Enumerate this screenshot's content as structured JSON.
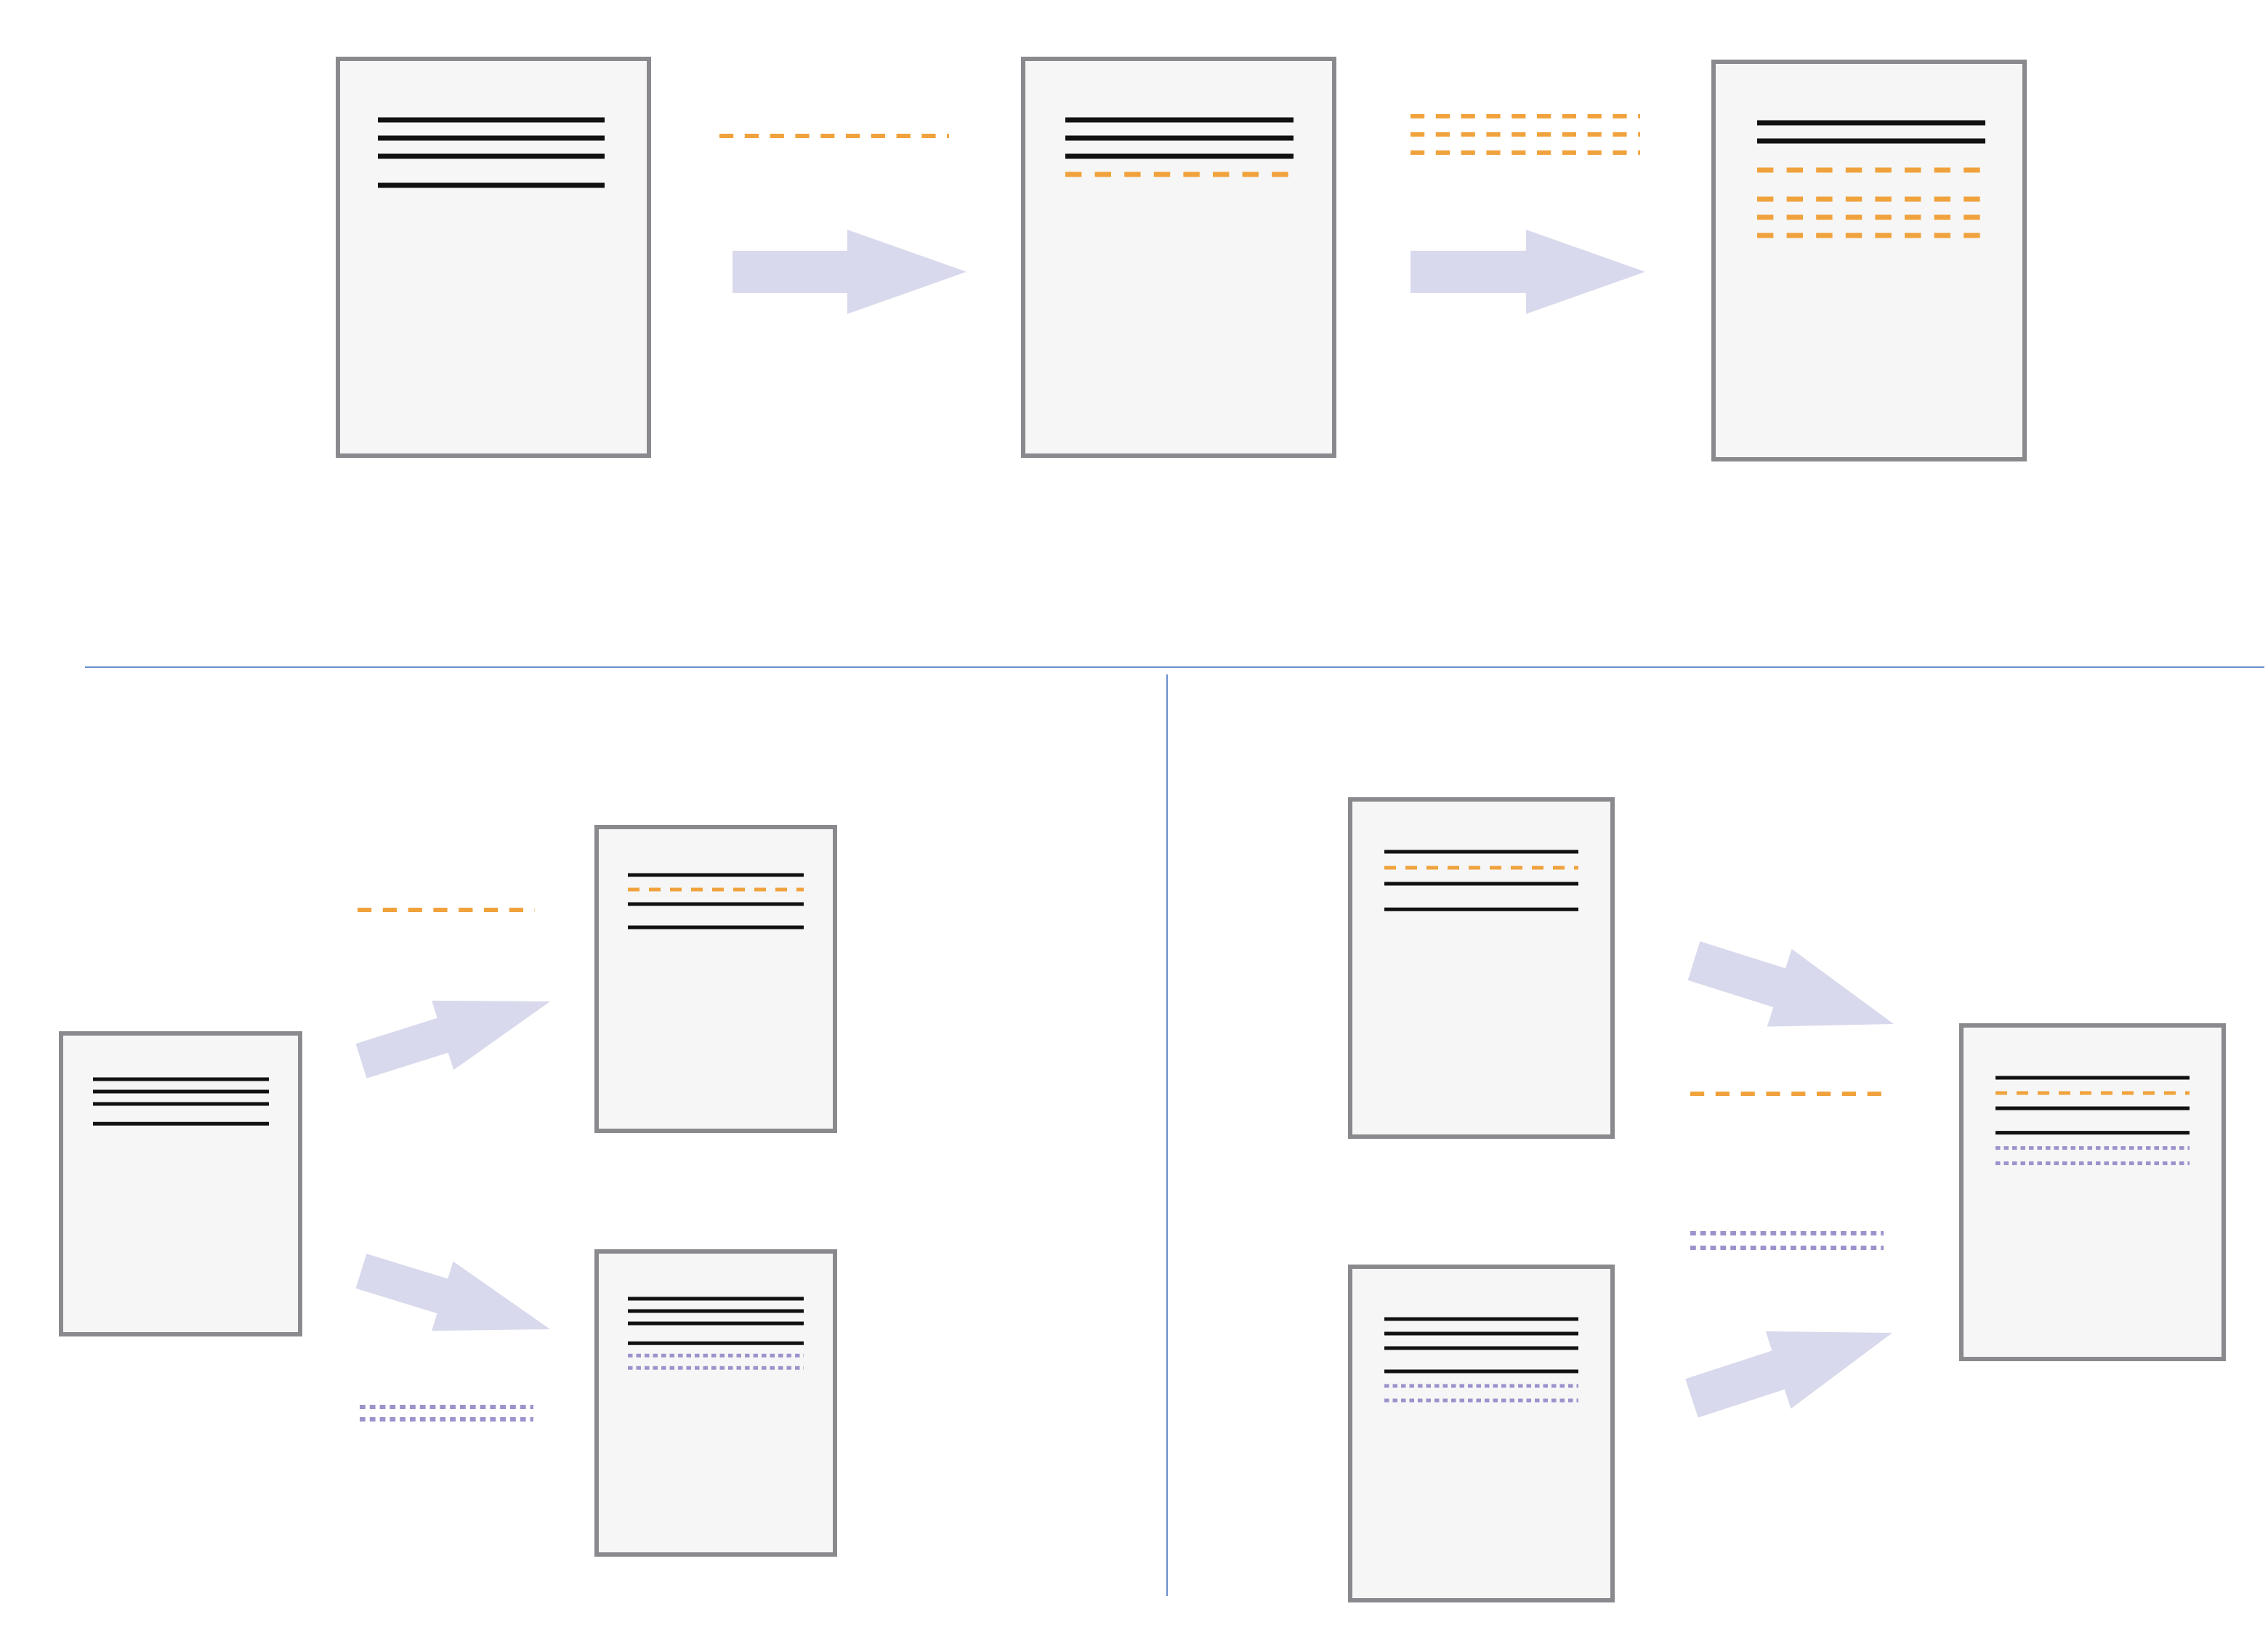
{
  "colors": {
    "background": "#ffffff",
    "doc_fill": "#f6f6f6",
    "doc_border": "#8a8a8e",
    "solid_line": "#111111",
    "orange_dashed": "#f0a23c",
    "purple_dotted": "#9b93cc",
    "arrow_fill": "#d8d9ec",
    "divider": "#6a8fd0"
  },
  "line_styles": {
    "solid": "text",
    "orange": "orange-dashed-change",
    "purple": "purple-dotted-change"
  },
  "documents": {
    "top_original": [
      "solid",
      "solid",
      "solid",
      "gap",
      "solid"
    ],
    "top_edited_once": [
      "solid",
      "solid",
      "solid",
      "orange"
    ],
    "top_edited_twice": [
      "solid",
      "solid",
      "gap",
      "orange",
      "gap",
      "orange",
      "orange",
      "orange"
    ],
    "branch_source": [
      "solid",
      "solid",
      "solid",
      "gap",
      "solid"
    ],
    "branch_orange_result": [
      "solid",
      "orange",
      "solid",
      "gap",
      "solid"
    ],
    "branch_purple_result": [
      "solid",
      "solid",
      "solid",
      "gap",
      "solid",
      "purple",
      "purple"
    ],
    "merge_input_orange": [
      "solid",
      "orange",
      "solid",
      "gap",
      "solid"
    ],
    "merge_input_purple": [
      "solid",
      "solid",
      "solid",
      "gap",
      "solid",
      "purple",
      "purple"
    ],
    "merge_result": [
      "solid",
      "orange",
      "solid",
      "gap",
      "solid",
      "purple",
      "purple"
    ]
  },
  "change_labels": {
    "top_first": [
      "orange"
    ],
    "top_second": [
      "orange",
      "orange",
      "orange"
    ],
    "branch_orange": [
      "orange"
    ],
    "branch_purple": [
      "purple",
      "purple"
    ],
    "merge_orange": [
      "orange"
    ],
    "merge_purple": [
      "purple",
      "purple"
    ]
  },
  "arrows": {
    "top_first": "right",
    "top_second": "right",
    "branch_up": "up-right",
    "branch_down": "down-right",
    "merge_down": "down-right",
    "merge_up": "up-right"
  }
}
